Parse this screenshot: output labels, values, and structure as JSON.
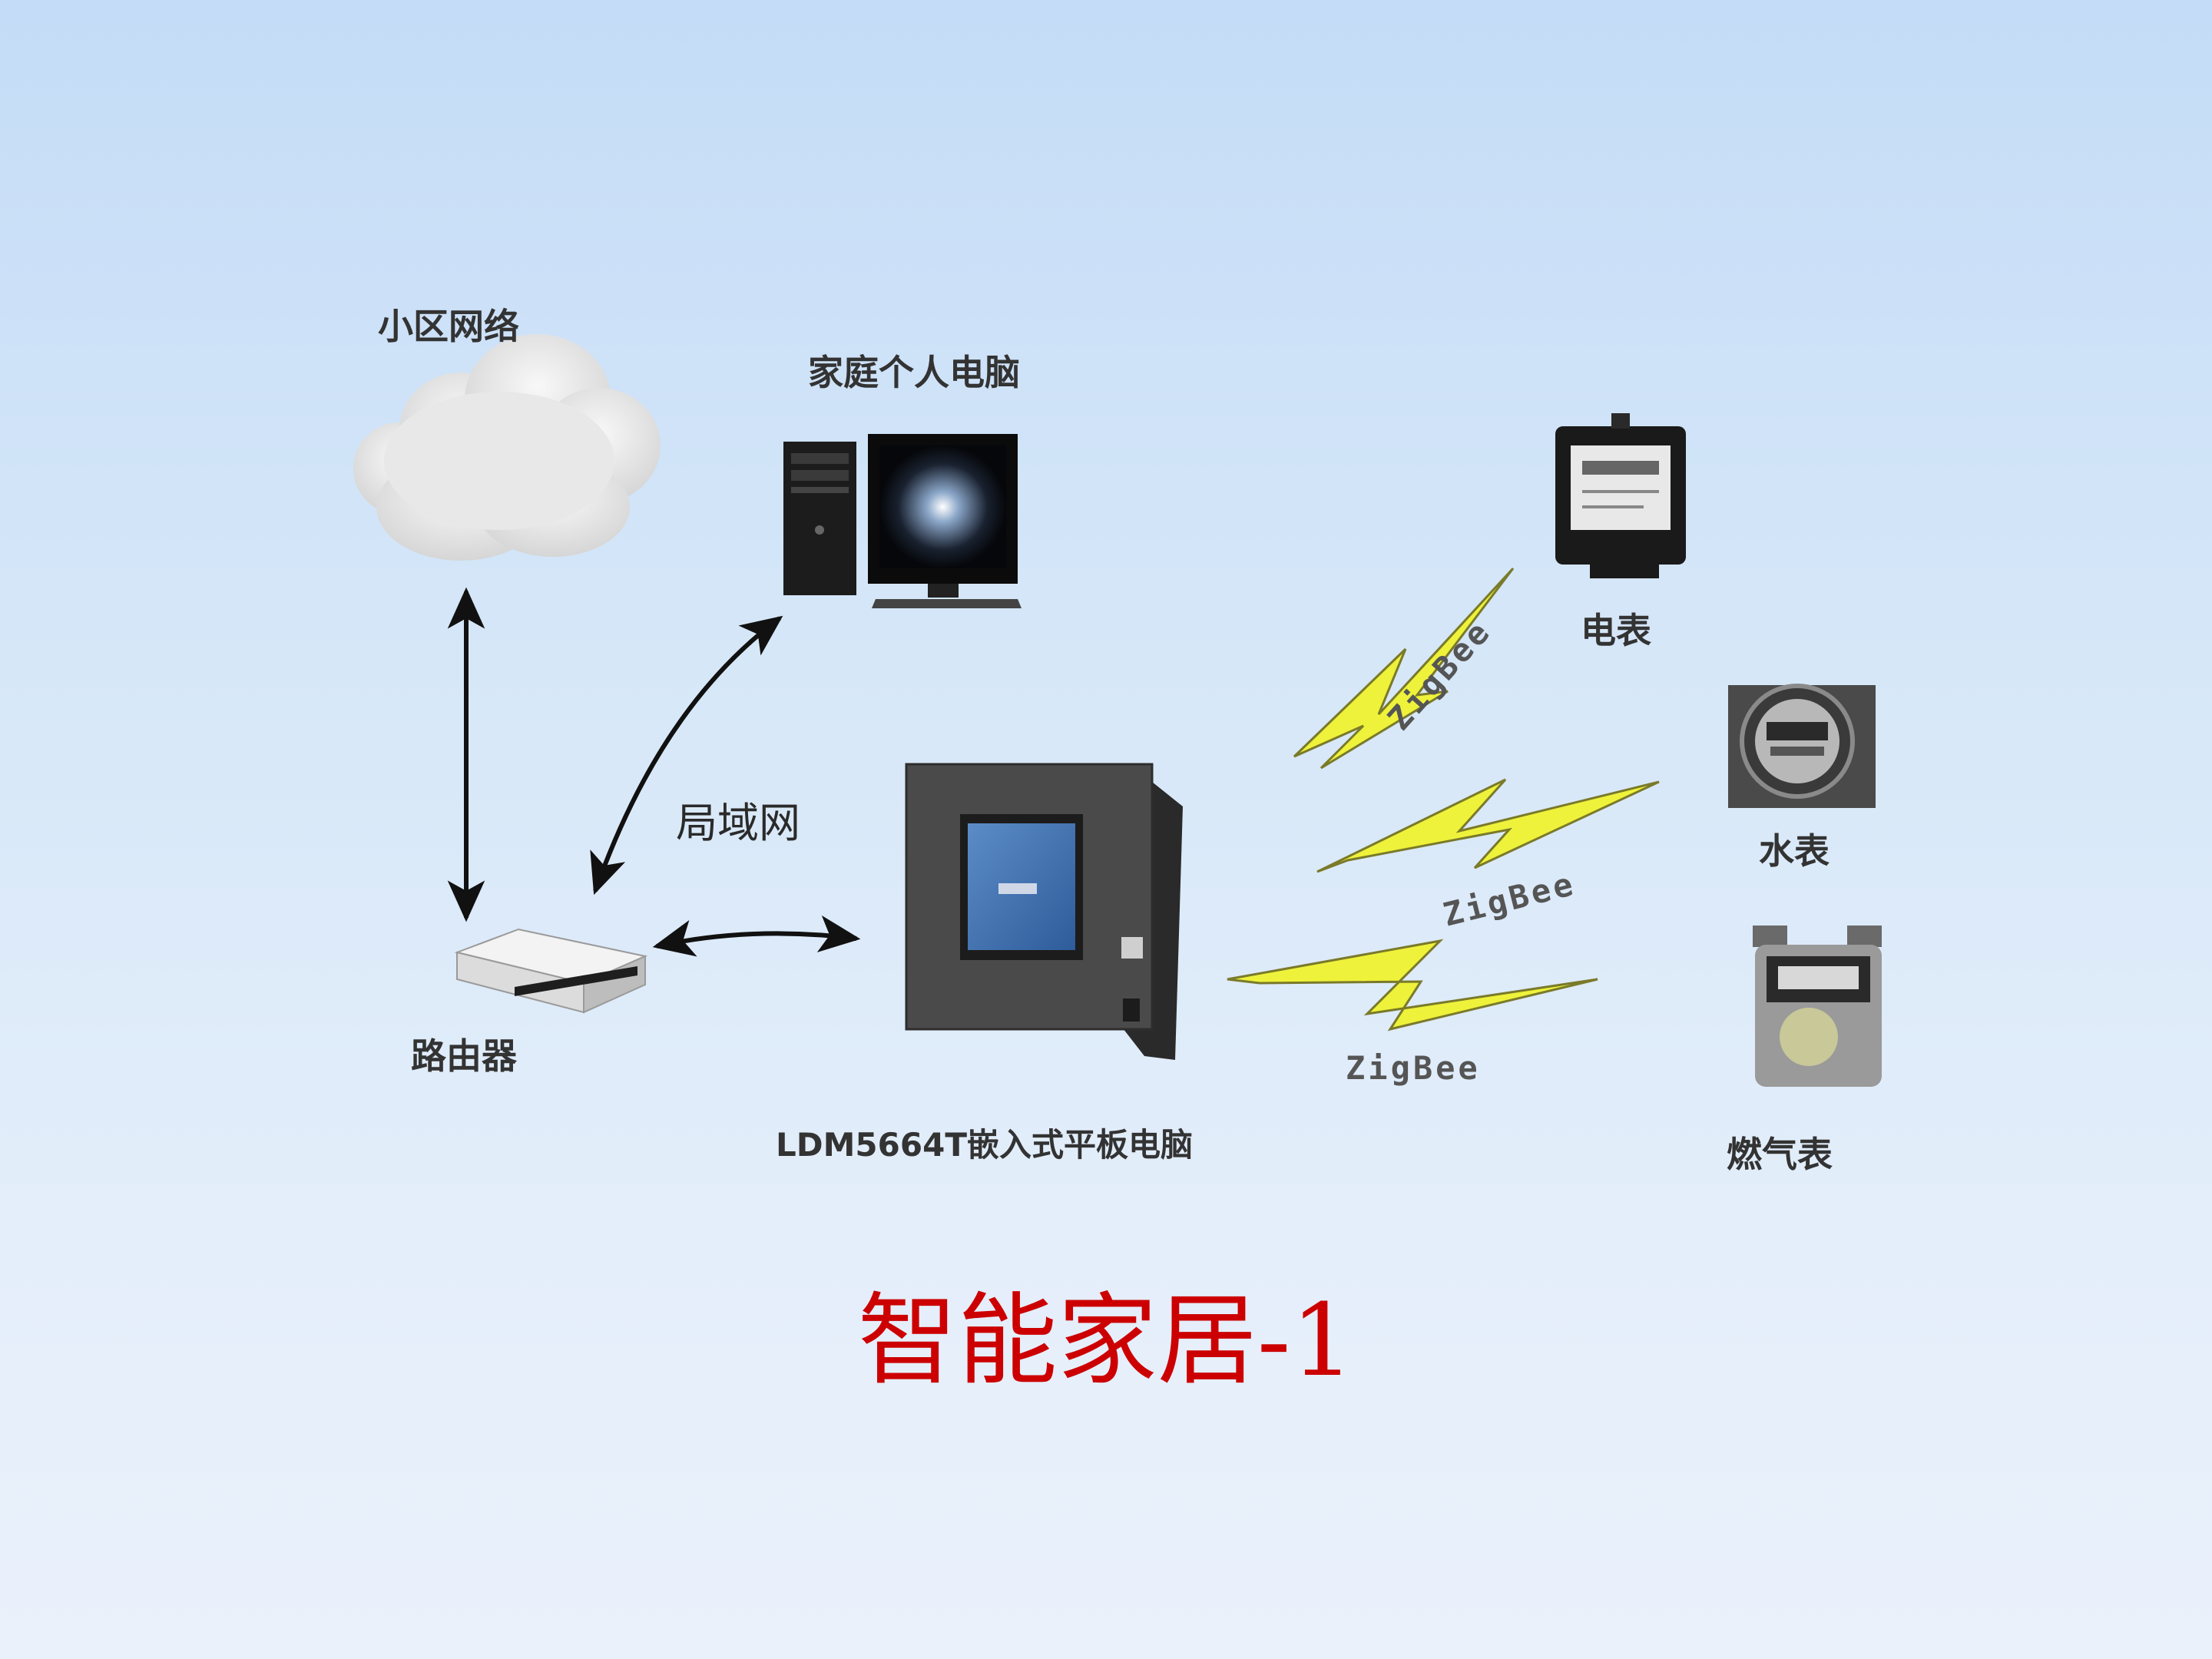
{
  "labels": {
    "community_network": "小区网络",
    "home_pc": "家庭个人电脑",
    "lan": "局域网",
    "router": "路由器",
    "tablet": "LDM5664T嵌入式平板电脑",
    "electric_meter": "电表",
    "water_meter": "水表",
    "gas_meter": "燃气表",
    "zigbee_1": "ZigBee",
    "zigbee_2": "ZigBee",
    "zigbee_3": "ZigBee"
  },
  "title": "智能家居-1",
  "colors": {
    "title": "#cc0000",
    "zigbee_bolt": "#eef23a",
    "arrow": "#111111",
    "label": "#333333"
  },
  "icons": {
    "cloud": "cloud-icon",
    "pc": "desktop-computer-icon",
    "router": "router-icon",
    "tablet": "embedded-tablet-icon",
    "electric_meter": "electric-meter-icon",
    "water_meter": "water-meter-icon",
    "gas_meter": "gas-meter-icon",
    "bolt": "zigbee-bolt-icon"
  }
}
